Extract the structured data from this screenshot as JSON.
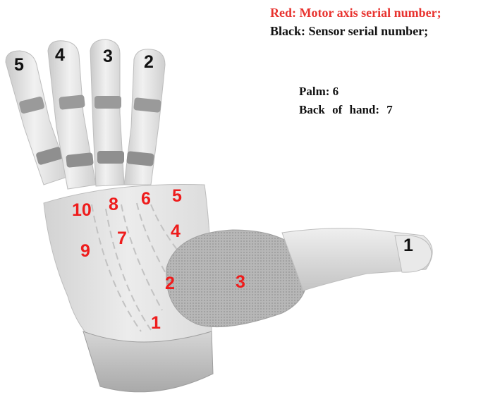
{
  "legend": {
    "red_text": "Red: Motor axis serial number;",
    "black_text": "Black: Sensor serial number;",
    "palm_text": "Palm: 6",
    "back_text": "Back of hand: 7"
  },
  "colors": {
    "motor_label": "#ee1c1c",
    "sensor_label": "#111111",
    "hand_body": "#e4e4e4",
    "hand_shadow": "#b9b9b9"
  },
  "sensor_labels": [
    "5",
    "4",
    "3",
    "2",
    "1"
  ],
  "motor_labels": [
    "10",
    "8",
    "6",
    "5",
    "4",
    "7",
    "9",
    "2",
    "3",
    "1"
  ]
}
